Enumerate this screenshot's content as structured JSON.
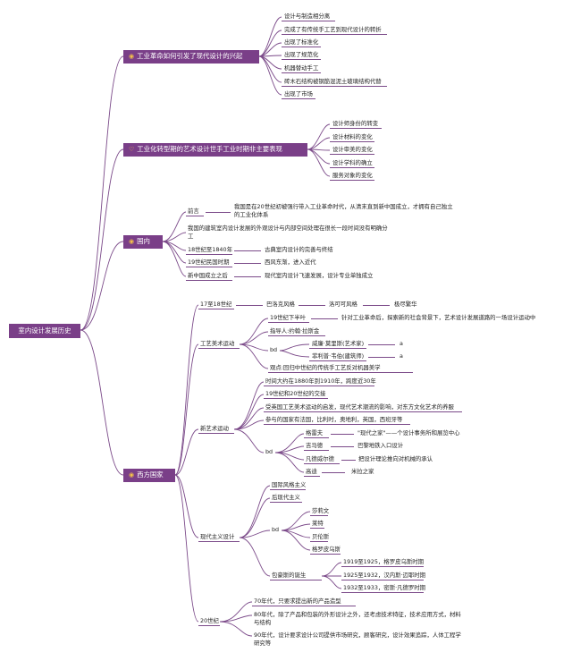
{
  "root": "室内设计发展历史",
  "icons": {
    "main": "lightbulb-icon",
    "branch": "heart-icon"
  },
  "colors": {
    "box": "#7a3f88",
    "line": "#7b4a89",
    "icon": "#f3c14a"
  },
  "b1": {
    "title": "工业革命如何引发了现代设计的兴起",
    "items": [
      "设计与制造相分离",
      "完成了有传统手工艺到现代设计的转折",
      "出现了标准化",
      "出现了规范化",
      "机器替动手工",
      "砖木石结构被钢筋混泥土玻璃结构代替",
      "出现了市场"
    ]
  },
  "b2": {
    "title": "工业化转型期的艺术设计世手工业时期非主要表现",
    "items": [
      "设计师身份的转变",
      "设计材料的变化",
      "设计审美的变化",
      "设计学科的确立",
      "服务对象的变化"
    ]
  },
  "b3": {
    "title": "国内",
    "preface": {
      "label": "前言",
      "text": "我国是在20世纪初被强行带入工业革命时代，从清末直到新中国成立，才拥有自己独立的工业化体系"
    },
    "line2": "我国的建筑室内设计发展的外观设计与内部空间处理在很长一段时间没有明确分工",
    "p1": {
      "label": "18世纪至1840年",
      "text": "古典室内设计的完善与终结"
    },
    "p2": {
      "label": "19世纪民国时期",
      "text": "西风东渐，进入近代"
    },
    "p3": {
      "label": "新中国成立之后",
      "text": "现代室内设计飞速发展，设计专业单独成立"
    }
  },
  "b4": {
    "title": "西方国家",
    "c17": {
      "label": "17至18世纪",
      "items": [
        "巴洛克风格",
        "洛可可风格",
        "极尽繁华"
      ]
    },
    "arts": {
      "label": "工艺美术运动",
      "l1": "19世纪下半叶",
      "l1t": "针对工业革命后，探索新的社会背景下，艺术设计发展道路的一场设计运动中",
      "leader": "指导人:约翰·拉斯金",
      "bd": "bd",
      "p1": "威廉·莫里斯(艺术家)",
      "p1v": "a",
      "p2": "菲利普·韦伯(建筑师)",
      "p2v": "a",
      "view": "观点:回归中世纪的传统手工艺反对机器美学"
    },
    "art": {
      "label": "新艺术运动",
      "l1": "时间大约在1880年到1910年，跨度近30年",
      "l2": "19世纪和20世纪的交接",
      "l3": "受英国工艺美术运动的启发，现代艺术潮流的影响，对东方文化艺术的养服",
      "l4": "参与的国家有法国，比利时，奥地利，英国，西班牙等",
      "bd": "bd",
      "p": [
        {
          "n": "格雷夫",
          "t": "\"现代之家\"——个设计事务所和展览中心"
        },
        {
          "n": "吉马德",
          "t": "巴黎地铁入口设计"
        },
        {
          "n": "凡德威尔德",
          "t": "把设计理论推向对机械的承认"
        },
        {
          "n": "高迪",
          "t": "米拉之家"
        }
      ]
    },
    "mod": {
      "label": "现代主义设计",
      "l1": "国际风格主义",
      "l2": "后现代主义",
      "bd": "bd",
      "p": [
        "莎莉文",
        "莱特",
        "贝伦斯",
        "格罗皮乌斯"
      ],
      "bh": "包豪斯的诞生",
      "bhp": [
        "1919至1925，格罗皮乌斯时期",
        "1925至1932，汉内斯·迈耶时期",
        "1932至1933，密斯·凡德罗时期"
      ]
    },
    "c20": {
      "label": "20世纪",
      "l1": "70年代，只要求提出新的产品造型",
      "l2": "80年代，除了产品和包装的外形设计之外，还考虑技术特征，技术应用方式，材料与结构",
      "l3": "90年代，设计要求设计公司提供市场研究，顾客研究，设计效果追踪，人体工程学研究等"
    }
  }
}
